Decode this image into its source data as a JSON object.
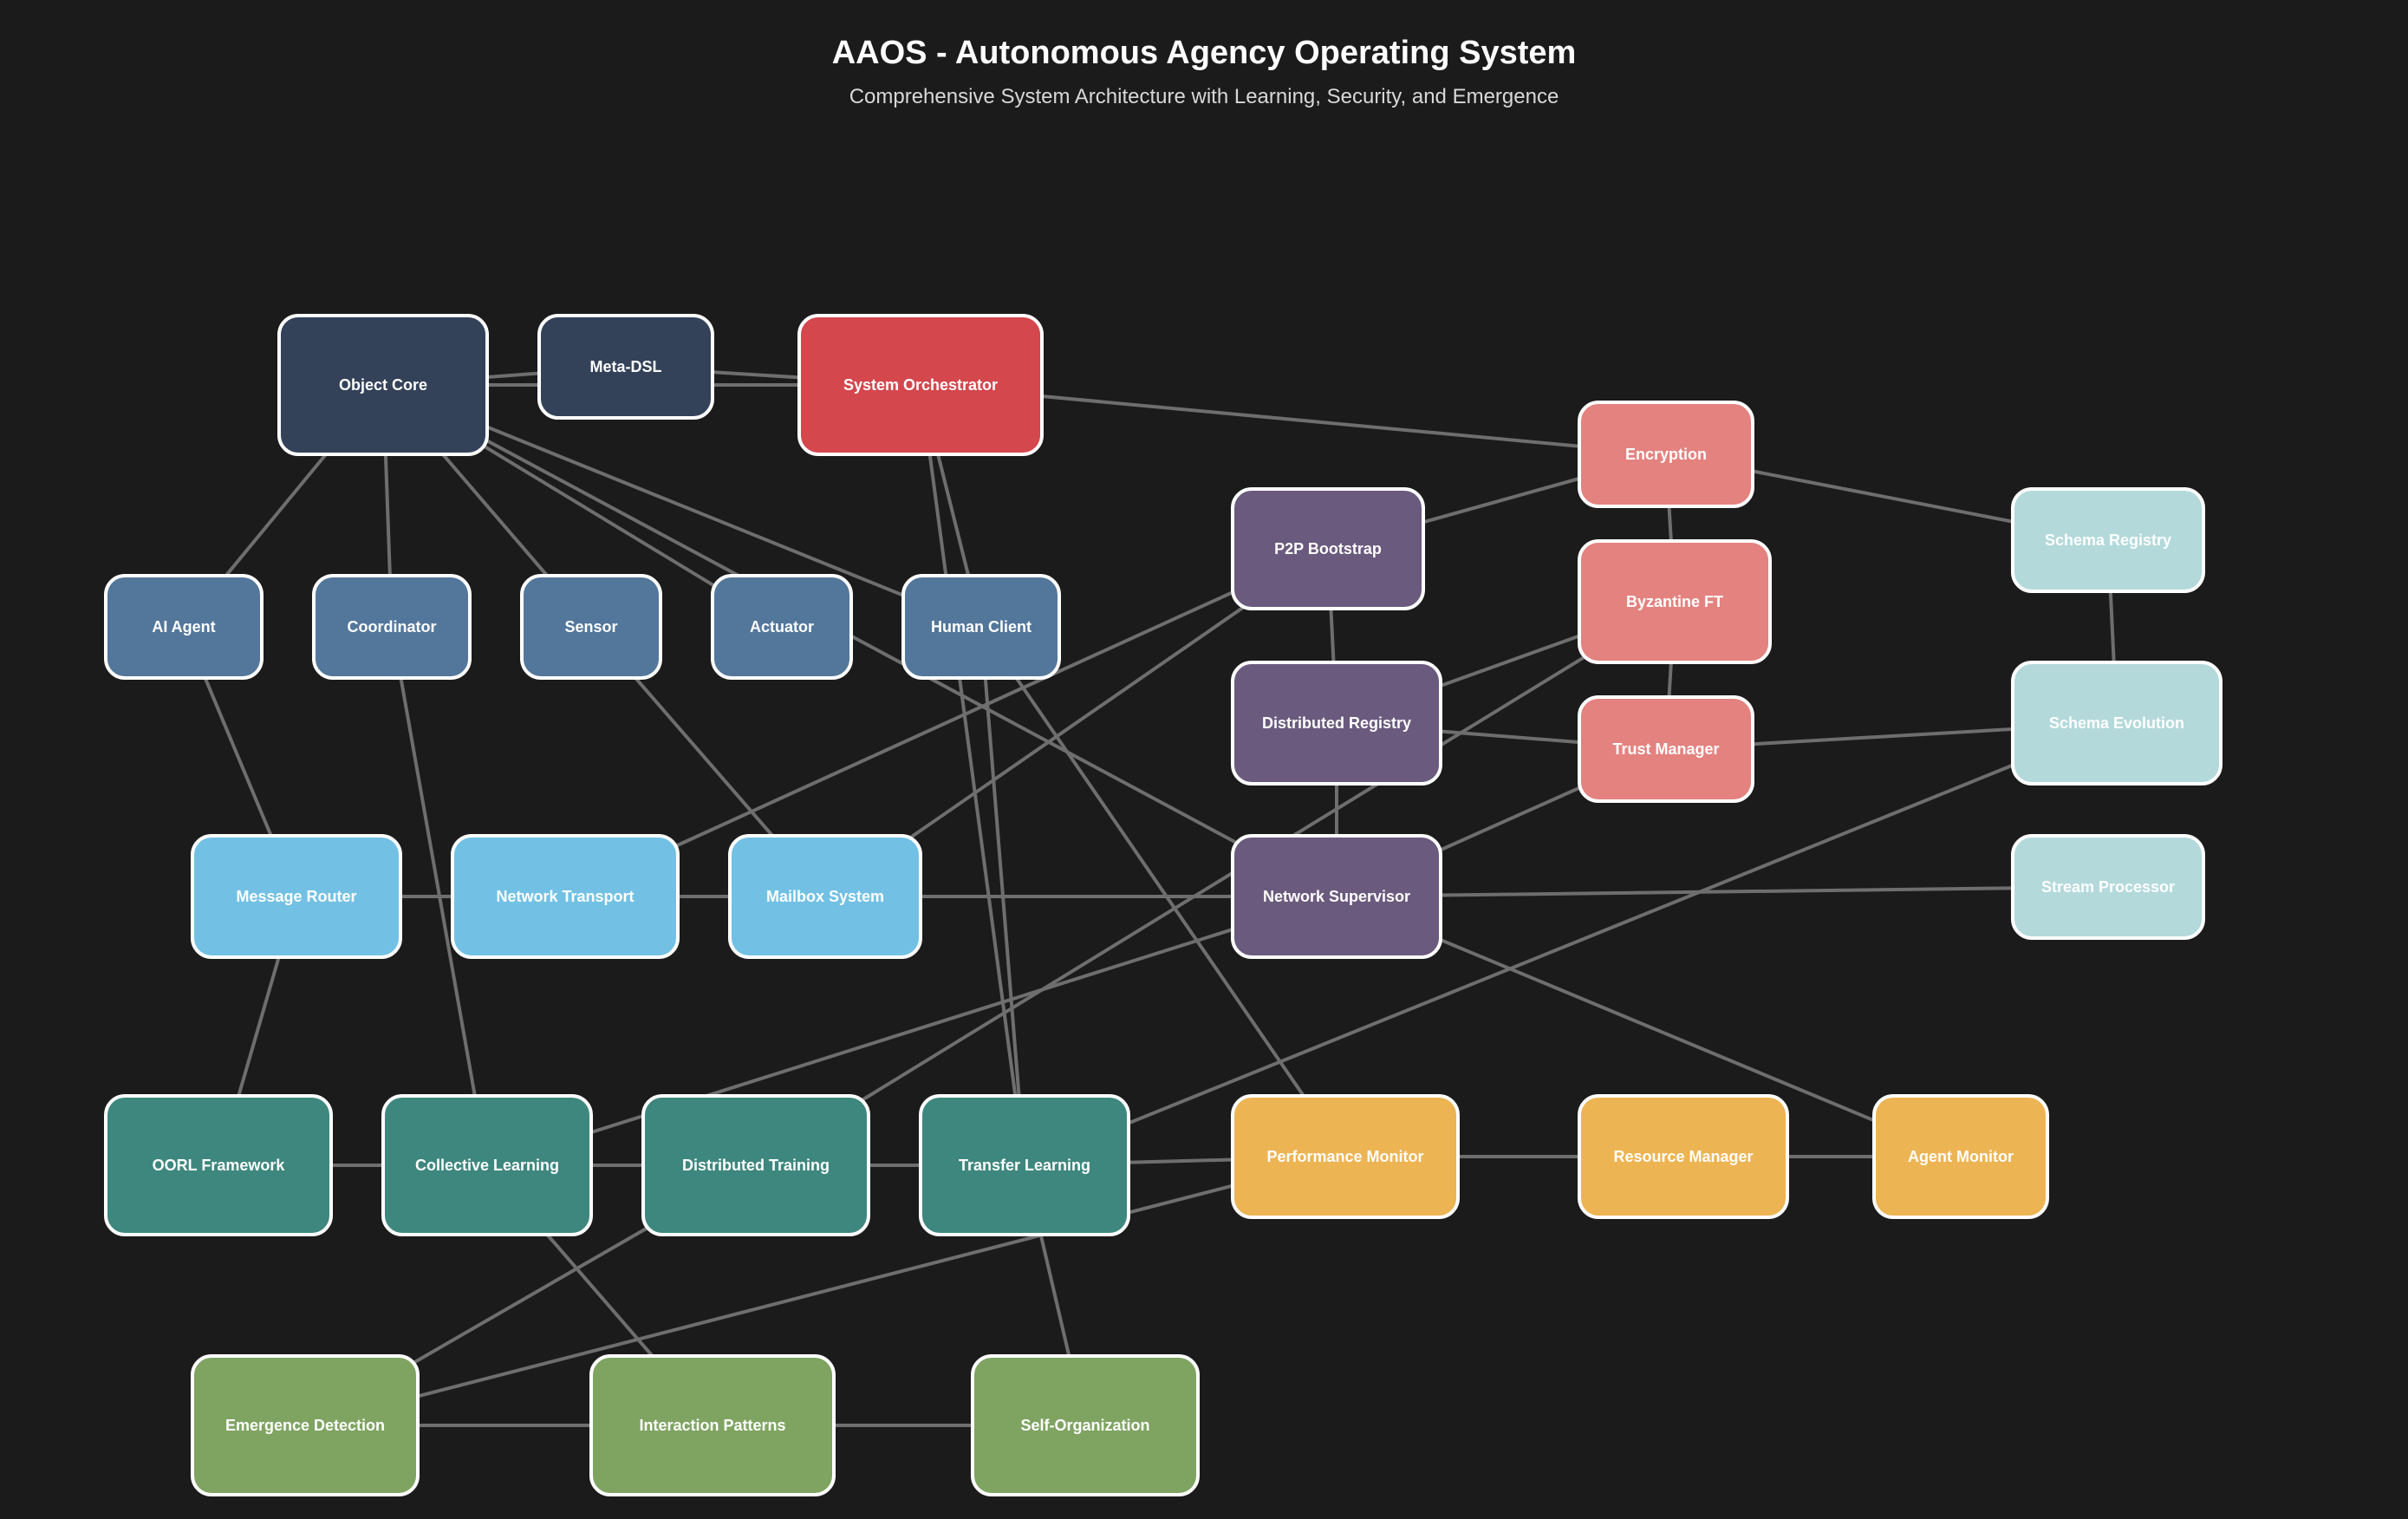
{
  "title": "AAOS - Autonomous Agency Operating System",
  "subtitle": "Comprehensive System Architecture with Learning, Security, and Emergence",
  "colors": {
    "background": "#1b1b1b",
    "edge": "#6e6e6e",
    "node_border": "#ffffff",
    "core": "#334259",
    "orchestrator": "#d4474d",
    "agent": "#53779b",
    "messaging": "#72c1e5",
    "network": "#6a5a7d",
    "security": "#e4827f",
    "schema": "#b3d9db",
    "learning": "#3e877e",
    "monitor": "#edb453",
    "emergence": "#7fa462"
  },
  "nodes": [
    {
      "id": "object_core",
      "label": "Object Core",
      "group": "core"
    },
    {
      "id": "meta_dsl",
      "label": "Meta-DSL",
      "group": "core"
    },
    {
      "id": "system_orchestrator",
      "label": "System Orchestrator",
      "group": "orchestrator"
    },
    {
      "id": "encryption",
      "label": "Encryption",
      "group": "security"
    },
    {
      "id": "schema_registry",
      "label": "Schema Registry",
      "group": "schema"
    },
    {
      "id": "p2p_bootstrap",
      "label": "P2P Bootstrap",
      "group": "network"
    },
    {
      "id": "byzantine_ft",
      "label": "Byzantine FT",
      "group": "security"
    },
    {
      "id": "ai_agent",
      "label": "AI Agent",
      "group": "agent"
    },
    {
      "id": "coordinator",
      "label": "Coordinator",
      "group": "agent"
    },
    {
      "id": "sensor",
      "label": "Sensor",
      "group": "agent"
    },
    {
      "id": "actuator",
      "label": "Actuator",
      "group": "agent"
    },
    {
      "id": "human_client",
      "label": "Human Client",
      "group": "agent"
    },
    {
      "id": "distributed_registry",
      "label": "Distributed Registry",
      "group": "network"
    },
    {
      "id": "trust_manager",
      "label": "Trust Manager",
      "group": "security"
    },
    {
      "id": "schema_evolution",
      "label": "Schema Evolution",
      "group": "schema"
    },
    {
      "id": "message_router",
      "label": "Message Router",
      "group": "messaging"
    },
    {
      "id": "network_transport",
      "label": "Network Transport",
      "group": "messaging"
    },
    {
      "id": "mailbox_system",
      "label": "Mailbox System",
      "group": "messaging"
    },
    {
      "id": "network_supervisor",
      "label": "Network Supervisor",
      "group": "network"
    },
    {
      "id": "stream_processor",
      "label": "Stream Processor",
      "group": "schema"
    },
    {
      "id": "oorl_framework",
      "label": "OORL Framework",
      "group": "learning"
    },
    {
      "id": "collective_learning",
      "label": "Collective Learning",
      "group": "learning"
    },
    {
      "id": "distributed_training",
      "label": "Distributed Training",
      "group": "learning"
    },
    {
      "id": "transfer_learning",
      "label": "Transfer Learning",
      "group": "learning"
    },
    {
      "id": "performance_monitor",
      "label": "Performance Monitor",
      "group": "monitor"
    },
    {
      "id": "resource_manager",
      "label": "Resource Manager",
      "group": "monitor"
    },
    {
      "id": "agent_monitor",
      "label": "Agent Monitor",
      "group": "monitor"
    },
    {
      "id": "emergence_detection",
      "label": "Emergence Detection",
      "group": "emergence"
    },
    {
      "id": "interaction_patterns",
      "label": "Interaction Patterns",
      "group": "emergence"
    },
    {
      "id": "self_organization",
      "label": "Self-Organization",
      "group": "emergence"
    }
  ],
  "edges": [
    [
      "object_core",
      "meta_dsl"
    ],
    [
      "object_core",
      "system_orchestrator"
    ],
    [
      "meta_dsl",
      "system_orchestrator"
    ],
    [
      "object_core",
      "ai_agent"
    ],
    [
      "object_core",
      "coordinator"
    ],
    [
      "object_core",
      "sensor"
    ],
    [
      "object_core",
      "actuator"
    ],
    [
      "object_core",
      "human_client"
    ],
    [
      "object_core",
      "network_supervisor"
    ],
    [
      "system_orchestrator",
      "encryption"
    ],
    [
      "system_orchestrator",
      "transfer_learning"
    ],
    [
      "system_orchestrator",
      "human_client"
    ],
    [
      "human_client",
      "performance_monitor"
    ],
    [
      "encryption",
      "byzantine_ft"
    ],
    [
      "encryption",
      "schema_registry"
    ],
    [
      "encryption",
      "p2p_bootstrap"
    ],
    [
      "schema_registry",
      "schema_evolution"
    ],
    [
      "p2p_bootstrap",
      "distributed_registry"
    ],
    [
      "p2p_bootstrap",
      "network_transport"
    ],
    [
      "p2p_bootstrap",
      "mailbox_system"
    ],
    [
      "byzantine_ft",
      "trust_manager"
    ],
    [
      "byzantine_ft",
      "distributed_registry"
    ],
    [
      "byzantine_ft",
      "distributed_training"
    ],
    [
      "distributed_registry",
      "trust_manager"
    ],
    [
      "distributed_registry",
      "network_supervisor"
    ],
    [
      "trust_manager",
      "schema_evolution"
    ],
    [
      "trust_manager",
      "network_supervisor"
    ],
    [
      "schema_evolution",
      "transfer_learning"
    ],
    [
      "ai_agent",
      "message_router"
    ],
    [
      "message_router",
      "oorl_framework"
    ],
    [
      "coordinator",
      "collective_learning"
    ],
    [
      "sensor",
      "mailbox_system"
    ],
    [
      "human_client",
      "transfer_learning"
    ],
    [
      "message_router",
      "network_transport"
    ],
    [
      "network_transport",
      "mailbox_system"
    ],
    [
      "network_transport",
      "network_supervisor"
    ],
    [
      "mailbox_system",
      "network_supervisor"
    ],
    [
      "network_supervisor",
      "stream_processor"
    ],
    [
      "network_supervisor",
      "agent_monitor"
    ],
    [
      "network_supervisor",
      "collective_learning"
    ],
    [
      "oorl_framework",
      "collective_learning"
    ],
    [
      "collective_learning",
      "distributed_training"
    ],
    [
      "collective_learning",
      "transfer_learning"
    ],
    [
      "distributed_training",
      "transfer_learning"
    ],
    [
      "transfer_learning",
      "performance_monitor"
    ],
    [
      "performance_monitor",
      "resource_manager"
    ],
    [
      "resource_manager",
      "agent_monitor"
    ],
    [
      "collective_learning",
      "interaction_patterns"
    ],
    [
      "distributed_training",
      "emergence_detection"
    ],
    [
      "performance_monitor",
      "emergence_detection"
    ],
    [
      "transfer_learning",
      "self_organization"
    ],
    [
      "emergence_detection",
      "interaction_patterns"
    ],
    [
      "interaction_patterns",
      "self_organization"
    ]
  ]
}
